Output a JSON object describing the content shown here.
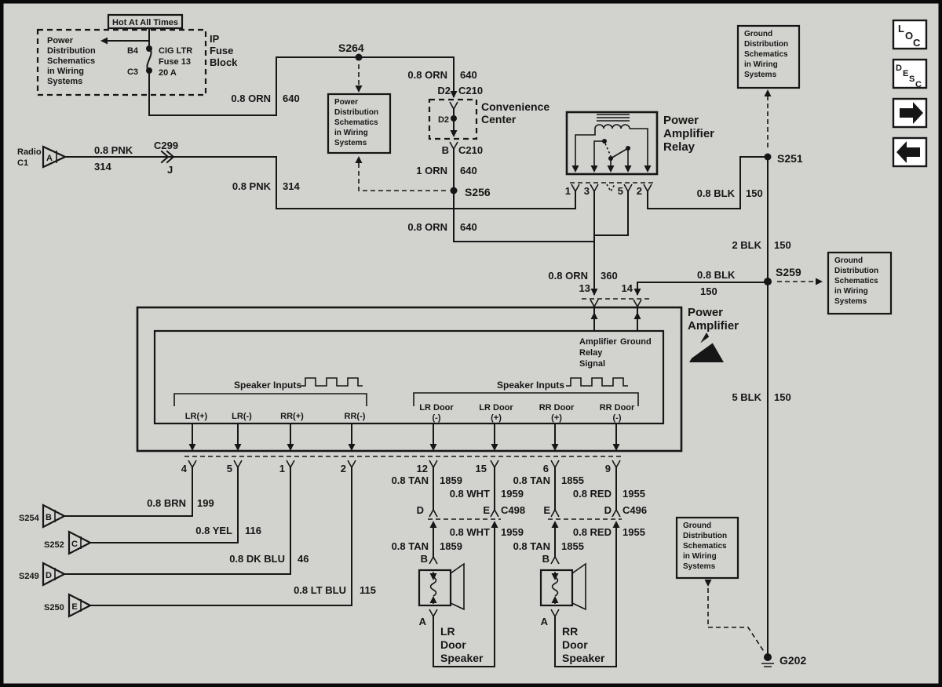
{
  "colors": {
    "bg": "#d2d2cf",
    "ink": "#161616",
    "button_bg": "#ffffff"
  },
  "buttons": {
    "loc": [
      "L",
      "O",
      "C"
    ],
    "desc": [
      "D",
      "E",
      "S",
      "C"
    ]
  },
  "power_circuit": {
    "hot_label": "Hot At All Times",
    "fuse_terminal_top": "B4",
    "fuse_terminal_bottom": "C3",
    "fuse_name": [
      "CIG LTR",
      "Fuse 13",
      "20 A"
    ],
    "fuse_block": [
      "IP",
      "Fuse",
      "Block"
    ]
  },
  "ref_power_dist": [
    "Power",
    "Distribution",
    "Schematics",
    "in Wiring",
    "Systems"
  ],
  "ref_ground_dist": [
    "Ground",
    "Distribution",
    "Schematics",
    "in Wiring",
    "Systems"
  ],
  "radio": {
    "label": [
      "Radio",
      "C1"
    ],
    "terminal": "A",
    "connector": "C299",
    "connector_terminal": "J"
  },
  "convenience_center": {
    "label": [
      "Convenience",
      "Center"
    ],
    "terminal_top": "D2",
    "connector": "C210",
    "terminal_bottom": "B"
  },
  "splices": {
    "s264": "S264",
    "s256": "S256",
    "s251": "S251",
    "s259": "S259",
    "s254": "S254",
    "s252": "S252",
    "s249": "S249",
    "s250": "S250",
    "g202": "G202"
  },
  "relay": {
    "label": [
      "Power",
      "Amplifier",
      "Relay"
    ],
    "pins": [
      "1",
      "3",
      "5",
      "2"
    ]
  },
  "amp": {
    "label": [
      "Power",
      "Amplifier"
    ],
    "pin13": "13",
    "pin14": "14",
    "relay_signal": [
      "Amplifier",
      "Relay",
      "Signal"
    ],
    "ground": "Ground",
    "speaker_inputs": "Speaker Inputs",
    "left_ch": [
      "LR(+)",
      "LR(-)",
      "RR(+)",
      "RR(-)"
    ],
    "right_ch": [
      [
        "LR Door",
        "(-)"
      ],
      [
        "LR Door",
        "(+)"
      ],
      [
        "RR Door",
        "(+)"
      ],
      [
        "RR Door",
        "(-)"
      ]
    ],
    "pins_left": [
      "4",
      "5",
      "1",
      "2"
    ],
    "pins_right": [
      "12",
      "15",
      "6",
      "9"
    ]
  },
  "inline": {
    "c498": {
      "name": "C498",
      "t1": "D",
      "t2": "E"
    },
    "c496": {
      "name": "C496",
      "t1": "E",
      "t2": "D"
    }
  },
  "triangles": {
    "s254": "B",
    "s252": "C",
    "s249": "D",
    "s250": "E"
  },
  "speakers": {
    "lr": {
      "label": [
        "LR",
        "Door",
        "Speaker"
      ],
      "pos": "B",
      "neg": "A"
    },
    "rr": {
      "label": [
        "RR",
        "Door",
        "Speaker"
      ],
      "pos": "B",
      "neg": "A"
    }
  },
  "wires": {
    "orn640_a": {
      "l": "0.8 ORN",
      "r": "640"
    },
    "orn640_b": {
      "l": "0.8 ORN",
      "r": "640"
    },
    "orn640_c": {
      "l": "1 ORN",
      "r": "640"
    },
    "orn640_d": {
      "l": "0.8 ORN",
      "r": "640"
    },
    "pnk314_h": {
      "t": "0.8 PNK",
      "b": "314"
    },
    "pnk314_v": {
      "l": "0.8 PNK",
      "r": "314"
    },
    "blk150_relay": {
      "l": "0.8 BLK",
      "r": "150"
    },
    "blk150_2": {
      "l": "2 BLK",
      "r": "150"
    },
    "blk150_h": {
      "t": "0.8 BLK",
      "b": "150"
    },
    "orn360": {
      "l": "0.8 ORN",
      "r": "360"
    },
    "blk150_5": {
      "l": "5 BLK",
      "r": "150"
    },
    "brn199": {
      "l": "0.8 BRN",
      "r": "199"
    },
    "yel116": {
      "l": "0.8 YEL",
      "r": "116"
    },
    "dkblu46": {
      "l": "0.8 DK BLU",
      "r": "46"
    },
    "ltblu115": {
      "l": "0.8 LT BLU",
      "r": "115"
    },
    "tan1859_a": {
      "l": "0.8 TAN",
      "r": "1859"
    },
    "wht1959_a": {
      "l": "0.8 WHT",
      "r": "1959"
    },
    "tan1855_a": {
      "l": "0.8 TAN",
      "r": "1855"
    },
    "red1955_a": {
      "l": "0.8 RED",
      "r": "1955"
    },
    "wht1959_b": {
      "l": "0.8 WHT",
      "r": "1959"
    },
    "red1955_b": {
      "l": "0.8 RED",
      "r": "1955"
    },
    "tan1859_b": {
      "l": "0.8 TAN",
      "r": "1859"
    },
    "tan1855_b": {
      "l": "0.8 TAN",
      "r": "1855"
    }
  }
}
